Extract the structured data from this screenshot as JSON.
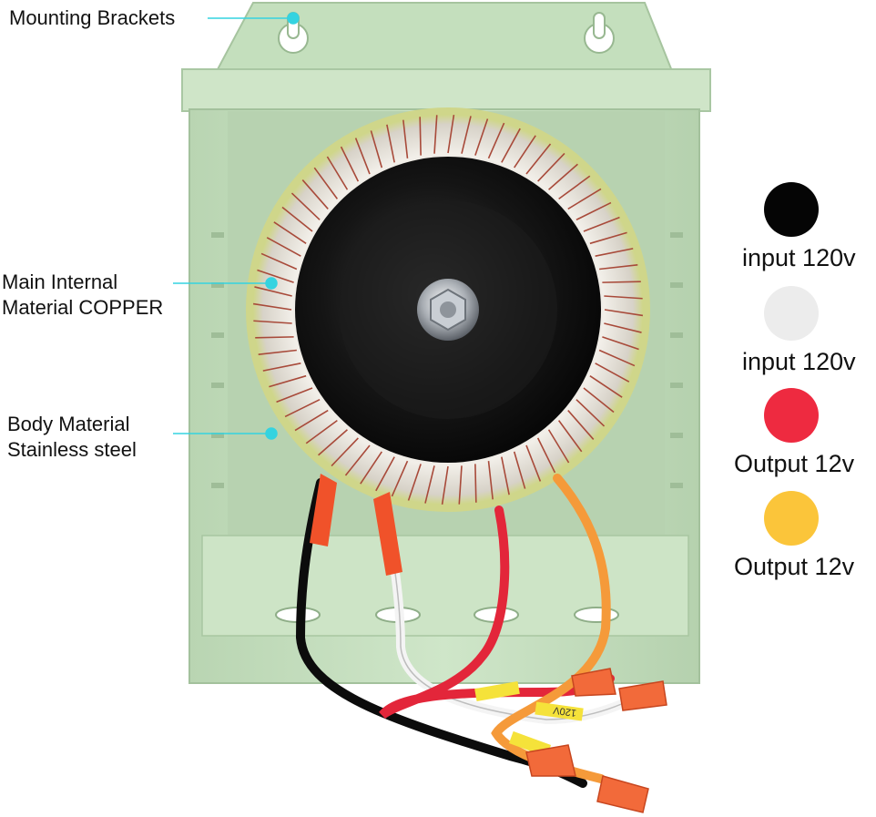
{
  "callouts": {
    "mounting": "Mounting Brackets",
    "copper_line1": "Main Internal",
    "copper_line2": "Material COPPER",
    "body_line1": "Body Material",
    "body_line2": "Stainless steel"
  },
  "legend": [
    {
      "label": "input 120v",
      "color": "#050505"
    },
    {
      "label": "input 120v",
      "color": "#ececec"
    },
    {
      "label": "Output 12v",
      "color": "#ee2a40"
    },
    {
      "label": "Output 12v",
      "color": "#fbc53a"
    }
  ],
  "wire_tag": "120V",
  "colors": {
    "enclosure": "#c6dfbf",
    "enclosure_dark": "#a9c7a3",
    "callout_line": "#34d3e0",
    "copper": "#a84a3a",
    "core": "#111111"
  }
}
